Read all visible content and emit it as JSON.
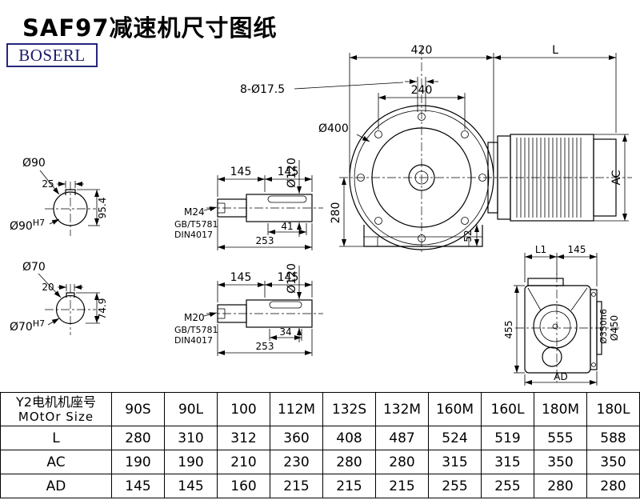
{
  "header": {
    "title": "SAF97减速机尺寸图纸",
    "logo": "BOSERL"
  },
  "d": {
    "s1_dia": "Ø90",
    "s1_key": "25",
    "s1_h": "95.4",
    "s1_bore": "Ø90",
    "s1_tol": "H7",
    "s2_dia": "Ø70",
    "s2_key": "20",
    "s2_h": "74.9",
    "s2_bore": "Ø70",
    "s2_tol": "H7",
    "sh1_l1": "145",
    "sh1_l2": "145",
    "sh1_d": "Ø120",
    "sh1_thread": "M24",
    "sh1_std1": "GB/T5781",
    "sh1_std2": "DIN4017",
    "sh1_key": "41",
    "sh1_total": "253",
    "sh2_l1": "145",
    "sh2_l2": "145",
    "sh2_d": "Ø120",
    "sh2_thread": "M20",
    "sh2_std1": "GB/T5781",
    "sh2_std2": "DIN4017",
    "sh2_key": "34",
    "sh2_total": "253",
    "fv_w": "420",
    "fv_l": "L",
    "fv_holes": "8-Ø17.5",
    "fv_inner": "240",
    "fv_dia": "Ø400",
    "fv_ch": "280",
    "fv_foot": "52",
    "fv_ac": "AC",
    "sv_l1": "L1",
    "sv_w": "145",
    "sv_h": "455",
    "sv_d1": "Ø350h6",
    "sv_d2": "Ø450",
    "sv_ad": "AD"
  },
  "table": {
    "header_cn": "Y2电机机座号",
    "header_en": "MOtOr Size",
    "columns": [
      "90S",
      "90L",
      "100",
      "112M",
      "132S",
      "132M",
      "160M",
      "160L",
      "180M",
      "180L"
    ],
    "rows": [
      {
        "label": "L",
        "values": [
          "280",
          "310",
          "312",
          "360",
          "408",
          "487",
          "524",
          "519",
          "555",
          "588"
        ]
      },
      {
        "label": "AC",
        "values": [
          "190",
          "190",
          "210",
          "230",
          "280",
          "280",
          "315",
          "315",
          "350",
          "350"
        ]
      },
      {
        "label": "AD",
        "values": [
          "145",
          "145",
          "160",
          "215",
          "215",
          "215",
          "255",
          "255",
          "280",
          "280"
        ]
      }
    ]
  }
}
